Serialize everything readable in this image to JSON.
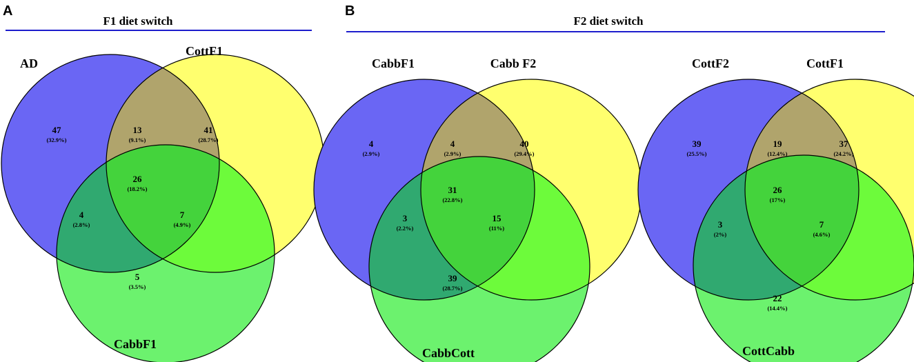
{
  "panels": [
    {
      "letter": "A",
      "title": "F1 diet switch"
    },
    {
      "letter": "B",
      "title": "F2 diet switch"
    }
  ],
  "colors": {
    "set1": "#6a66f4",
    "set2": "#ffff6e",
    "set3": "#6cf26e",
    "ab": "#b0a46c",
    "ac": "#30a970",
    "bc": "#6dfb3b",
    "abc": "#44d33c",
    "rule": "#1c1ccc",
    "stroke": "#000000"
  },
  "venns": [
    {
      "labels": {
        "a": "AD",
        "b": "CottF1",
        "c": "CabbF1"
      },
      "regions": {
        "a": {
          "count": "47",
          "pct": "(32.9%)"
        },
        "ab": {
          "count": "13",
          "pct": "(9.1%)"
        },
        "b": {
          "count": "41",
          "pct": "(28.7%)"
        },
        "abc": {
          "count": "26",
          "pct": "(18.2%)"
        },
        "ac": {
          "count": "4",
          "pct": "(2.8%)"
        },
        "bc": {
          "count": "7",
          "pct": "(4.9%)"
        },
        "c": {
          "count": "5",
          "pct": "(3.5%)"
        }
      }
    },
    {
      "labels": {
        "a": "CabbF1",
        "b": "Cabb F2",
        "c": "CabbCott"
      },
      "regions": {
        "a": {
          "count": "4",
          "pct": "(2.9%)"
        },
        "ab": {
          "count": "4",
          "pct": "(2.9%)"
        },
        "b": {
          "count": "40",
          "pct": "(29.4%)"
        },
        "abc": {
          "count": "31",
          "pct": "(22.8%)"
        },
        "ac": {
          "count": "3",
          "pct": "(2.2%)"
        },
        "bc": {
          "count": "15",
          "pct": "(11%)"
        },
        "c": {
          "count": "39",
          "pct": "(28.7%)"
        }
      }
    },
    {
      "labels": {
        "a": "CottF2",
        "b": "CottF1",
        "c": "CottCabb"
      },
      "regions": {
        "a": {
          "count": "39",
          "pct": "(25.5%)"
        },
        "ab": {
          "count": "19",
          "pct": "(12.4%)"
        },
        "b": {
          "count": "37",
          "pct": "(24.2%)"
        },
        "abc": {
          "count": "26",
          "pct": "(17%)"
        },
        "ac": {
          "count": "3",
          "pct": "(2%)"
        },
        "bc": {
          "count": "7",
          "pct": "(4.6%)"
        },
        "c": {
          "count": "22",
          "pct": "(14.4%)"
        }
      }
    }
  ]
}
